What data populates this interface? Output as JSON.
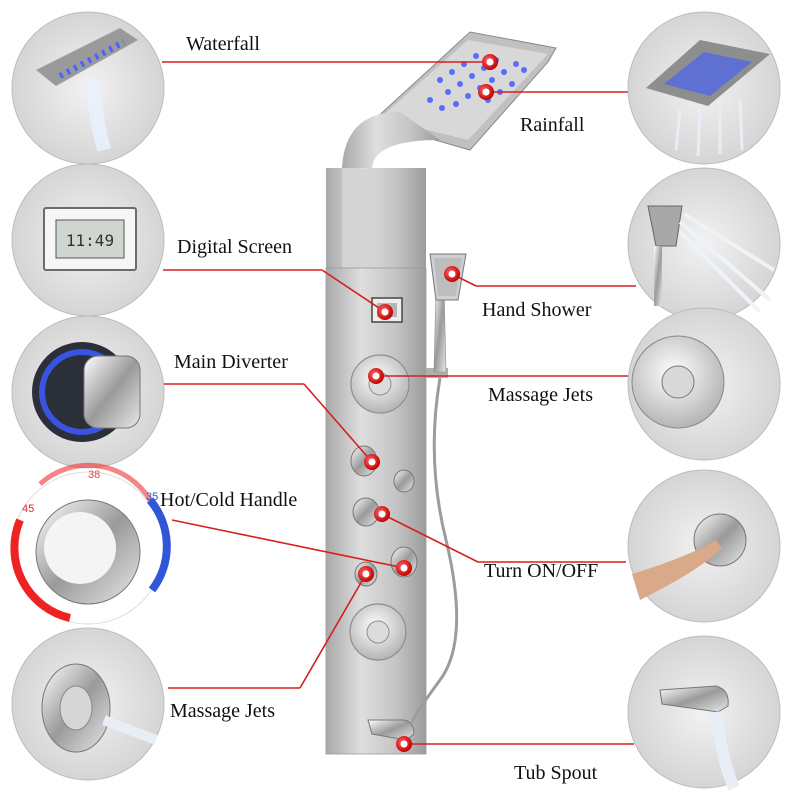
{
  "labels": {
    "waterfall": "Waterfall",
    "rainfall": "Rainfall",
    "digital_screen": "Digital Screen",
    "hand_shower": "Hand Shower",
    "main_diverter": "Main Diverter",
    "massage_jets_right": "Massage Jets",
    "hot_cold_handle": "Hot/Cold Handle",
    "turn_on_off": "Turn ON/OFF",
    "massage_jets_left": "Massage Jets",
    "tub_spout": "Tub Spout"
  },
  "screen_readout": "11:49",
  "dial_numbers": {
    "left": "45",
    "top": "38",
    "right": "35"
  },
  "colors": {
    "callout_line": "#d81e1e",
    "marker": "#e0161e",
    "panel_metal": "#c9c9c9",
    "led_blue": "#3d5bff"
  }
}
